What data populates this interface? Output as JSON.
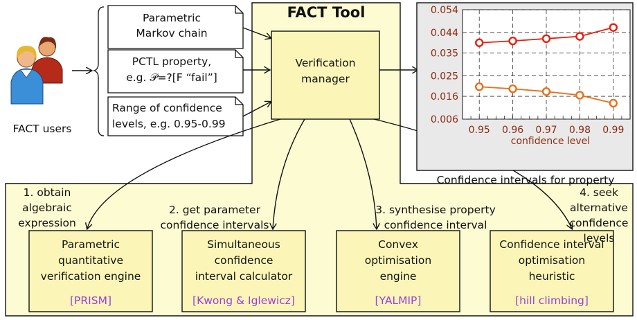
{
  "tool_title": "FACT Tool",
  "users_label": "FACT users",
  "inputs": {
    "model": [
      "Parametric",
      "Markov chain"
    ],
    "property": [
      "PCTL property,",
      "e.g. 𝒫=?[F “fail”]"
    ],
    "confidence": [
      "Range of confidence",
      "levels, e.g. 0.95-0.99"
    ]
  },
  "manager": [
    "Verification",
    "manager"
  ],
  "steps": [
    [
      "1. obtain",
      "algebraic",
      "expression"
    ],
    [
      "2. get parameter",
      "confidence intervals"
    ],
    [
      "3. synthesise property",
      "confidence interval"
    ],
    [
      "4. seek",
      "alternative",
      "confidence",
      "levels"
    ]
  ],
  "engines": [
    {
      "lines": [
        "Parametric",
        "quantitative",
        "verification engine"
      ],
      "tool": "[PRISM]"
    },
    {
      "lines": [
        "Simultaneous",
        "confidence",
        "interval calculator"
      ],
      "tool": "[Kwong & Iglewicz]"
    },
    {
      "lines": [
        "Convex",
        "optimisation",
        "engine"
      ],
      "tool": "[YALMIP]"
    },
    {
      "lines": [
        "Confidence interval",
        "optimisation",
        "heuristic"
      ],
      "tool": "[hill climbing]"
    }
  ],
  "chart_caption": "Confidence intervals for property",
  "colors": {
    "panel_fill": "#fdfbd2",
    "box_fill": "#fbf6b8",
    "tool_text": "#9a3fd6",
    "series_upper": "#e82010",
    "series_lower": "#e8701a",
    "axis_text": "#8b2a10",
    "plot_bg": "#e9e9e9"
  },
  "icons": [
    "users-icon"
  ],
  "chart_data": {
    "type": "line",
    "x": [
      0.95,
      0.96,
      0.97,
      0.98,
      0.99
    ],
    "series": [
      {
        "values": [
          0.0395,
          0.0403,
          0.0413,
          0.0423,
          0.0462
        ]
      },
      {
        "values": [
          0.0202,
          0.0193,
          0.0181,
          0.0165,
          0.013
        ]
      }
    ],
    "xlabel": "confidence level",
    "ylabel": "",
    "xticks": [
      "0.95",
      "0.96",
      "0.97",
      "0.98",
      "0.99"
    ],
    "yticks": [
      "0.006",
      "0.016",
      "0.025",
      "0.035",
      "0.044",
      "0.054"
    ],
    "xlim": [
      0.945,
      0.995
    ],
    "ylim": [
      0.006,
      0.054
    ],
    "grid": true
  }
}
